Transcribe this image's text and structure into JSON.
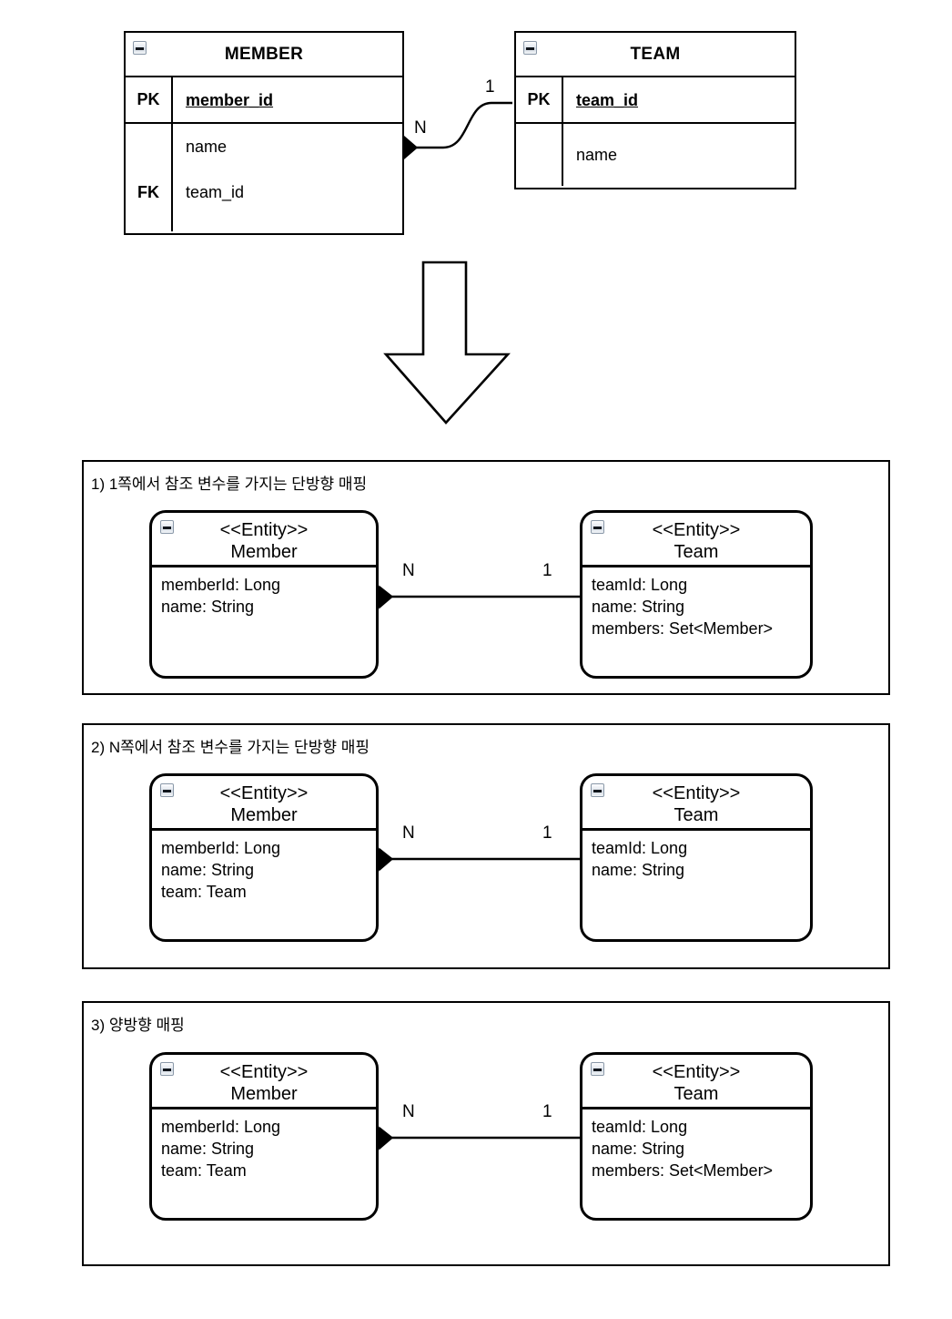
{
  "erd": {
    "member_table": {
      "title": "MEMBER",
      "collapse_icon": "minimize-icon",
      "rows": [
        {
          "key": "PK",
          "attr": "member_id",
          "is_pk": true
        },
        {
          "key": "",
          "attr": "name",
          "is_pk": false
        },
        {
          "key": "FK",
          "attr": "team_id",
          "is_pk": false
        }
      ]
    },
    "team_table": {
      "title": "TEAM",
      "collapse_icon": "minimize-icon",
      "rows": [
        {
          "key": "PK",
          "attr": "team_id",
          "is_pk": true
        },
        {
          "key": "",
          "attr": "name",
          "is_pk": false
        }
      ]
    },
    "relation": {
      "many_label": "N",
      "one_label": "1"
    }
  },
  "transform_arrow": {
    "icon": "down-arrow-icon",
    "direction": "down"
  },
  "sections": [
    {
      "id": "section-1",
      "title": "1) 1쪽에서 참조 변수를 가지는 단방향 매핑",
      "left_entity": {
        "stereotype": "<<Entity>>",
        "name": "Member",
        "attributes": [
          "memberId: Long",
          "name: String"
        ]
      },
      "right_entity": {
        "stereotype": "<<Entity>>",
        "name": "Team",
        "attributes": [
          "teamId: Long",
          "name: String",
          "members: Set<Member>"
        ]
      },
      "relation": {
        "many_label": "N",
        "one_label": "1"
      }
    },
    {
      "id": "section-2",
      "title": "2) N쪽에서 참조 변수를 가지는 단방향 매핑",
      "left_entity": {
        "stereotype": "<<Entity>>",
        "name": "Member",
        "attributes": [
          "memberId: Long",
          "name: String",
          "team: Team"
        ]
      },
      "right_entity": {
        "stereotype": "<<Entity>>",
        "name": "Team",
        "attributes": [
          "teamId: Long",
          "name: String"
        ]
      },
      "relation": {
        "many_label": "N",
        "one_label": "1"
      }
    },
    {
      "id": "section-3",
      "title": "3) 양방향 매핑",
      "left_entity": {
        "stereotype": "<<Entity>>",
        "name": "Member",
        "attributes": [
          "memberId: Long",
          "name: String",
          "team: Team"
        ]
      },
      "right_entity": {
        "stereotype": "<<Entity>>",
        "name": "Team",
        "attributes": [
          "teamId: Long",
          "name: String",
          "members: Set<Member>"
        ]
      },
      "relation": {
        "many_label": "N",
        "one_label": "1"
      }
    }
  ],
  "colors": {
    "stroke": "#000000",
    "background": "#ffffff",
    "icon_border": "#8a98a8"
  }
}
